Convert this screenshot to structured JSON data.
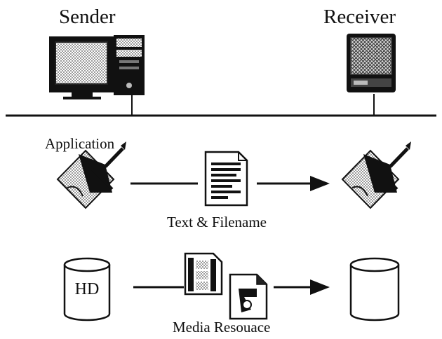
{
  "labels": {
    "sender": "Sender",
    "receiver": "Receiver",
    "application": "Application",
    "text_filename": "Text & Filename",
    "hd": "HD",
    "media_resource": "Media Resouace"
  },
  "icons": {
    "sender_computer": "desktop-computer-icon",
    "receiver_computer": "monitor-icon",
    "app_sender": "pen-writing-icon",
    "app_receiver": "pen-writing-icon",
    "document": "text-document-icon",
    "disk_sender": "hard-disk-icon",
    "disk_receiver": "hard-disk-icon",
    "film": "film-strip-icon",
    "media_file": "media-file-icon"
  },
  "colors": {
    "ink": "#111111",
    "halftone": "#8a8a8a",
    "background": "#ffffff"
  }
}
